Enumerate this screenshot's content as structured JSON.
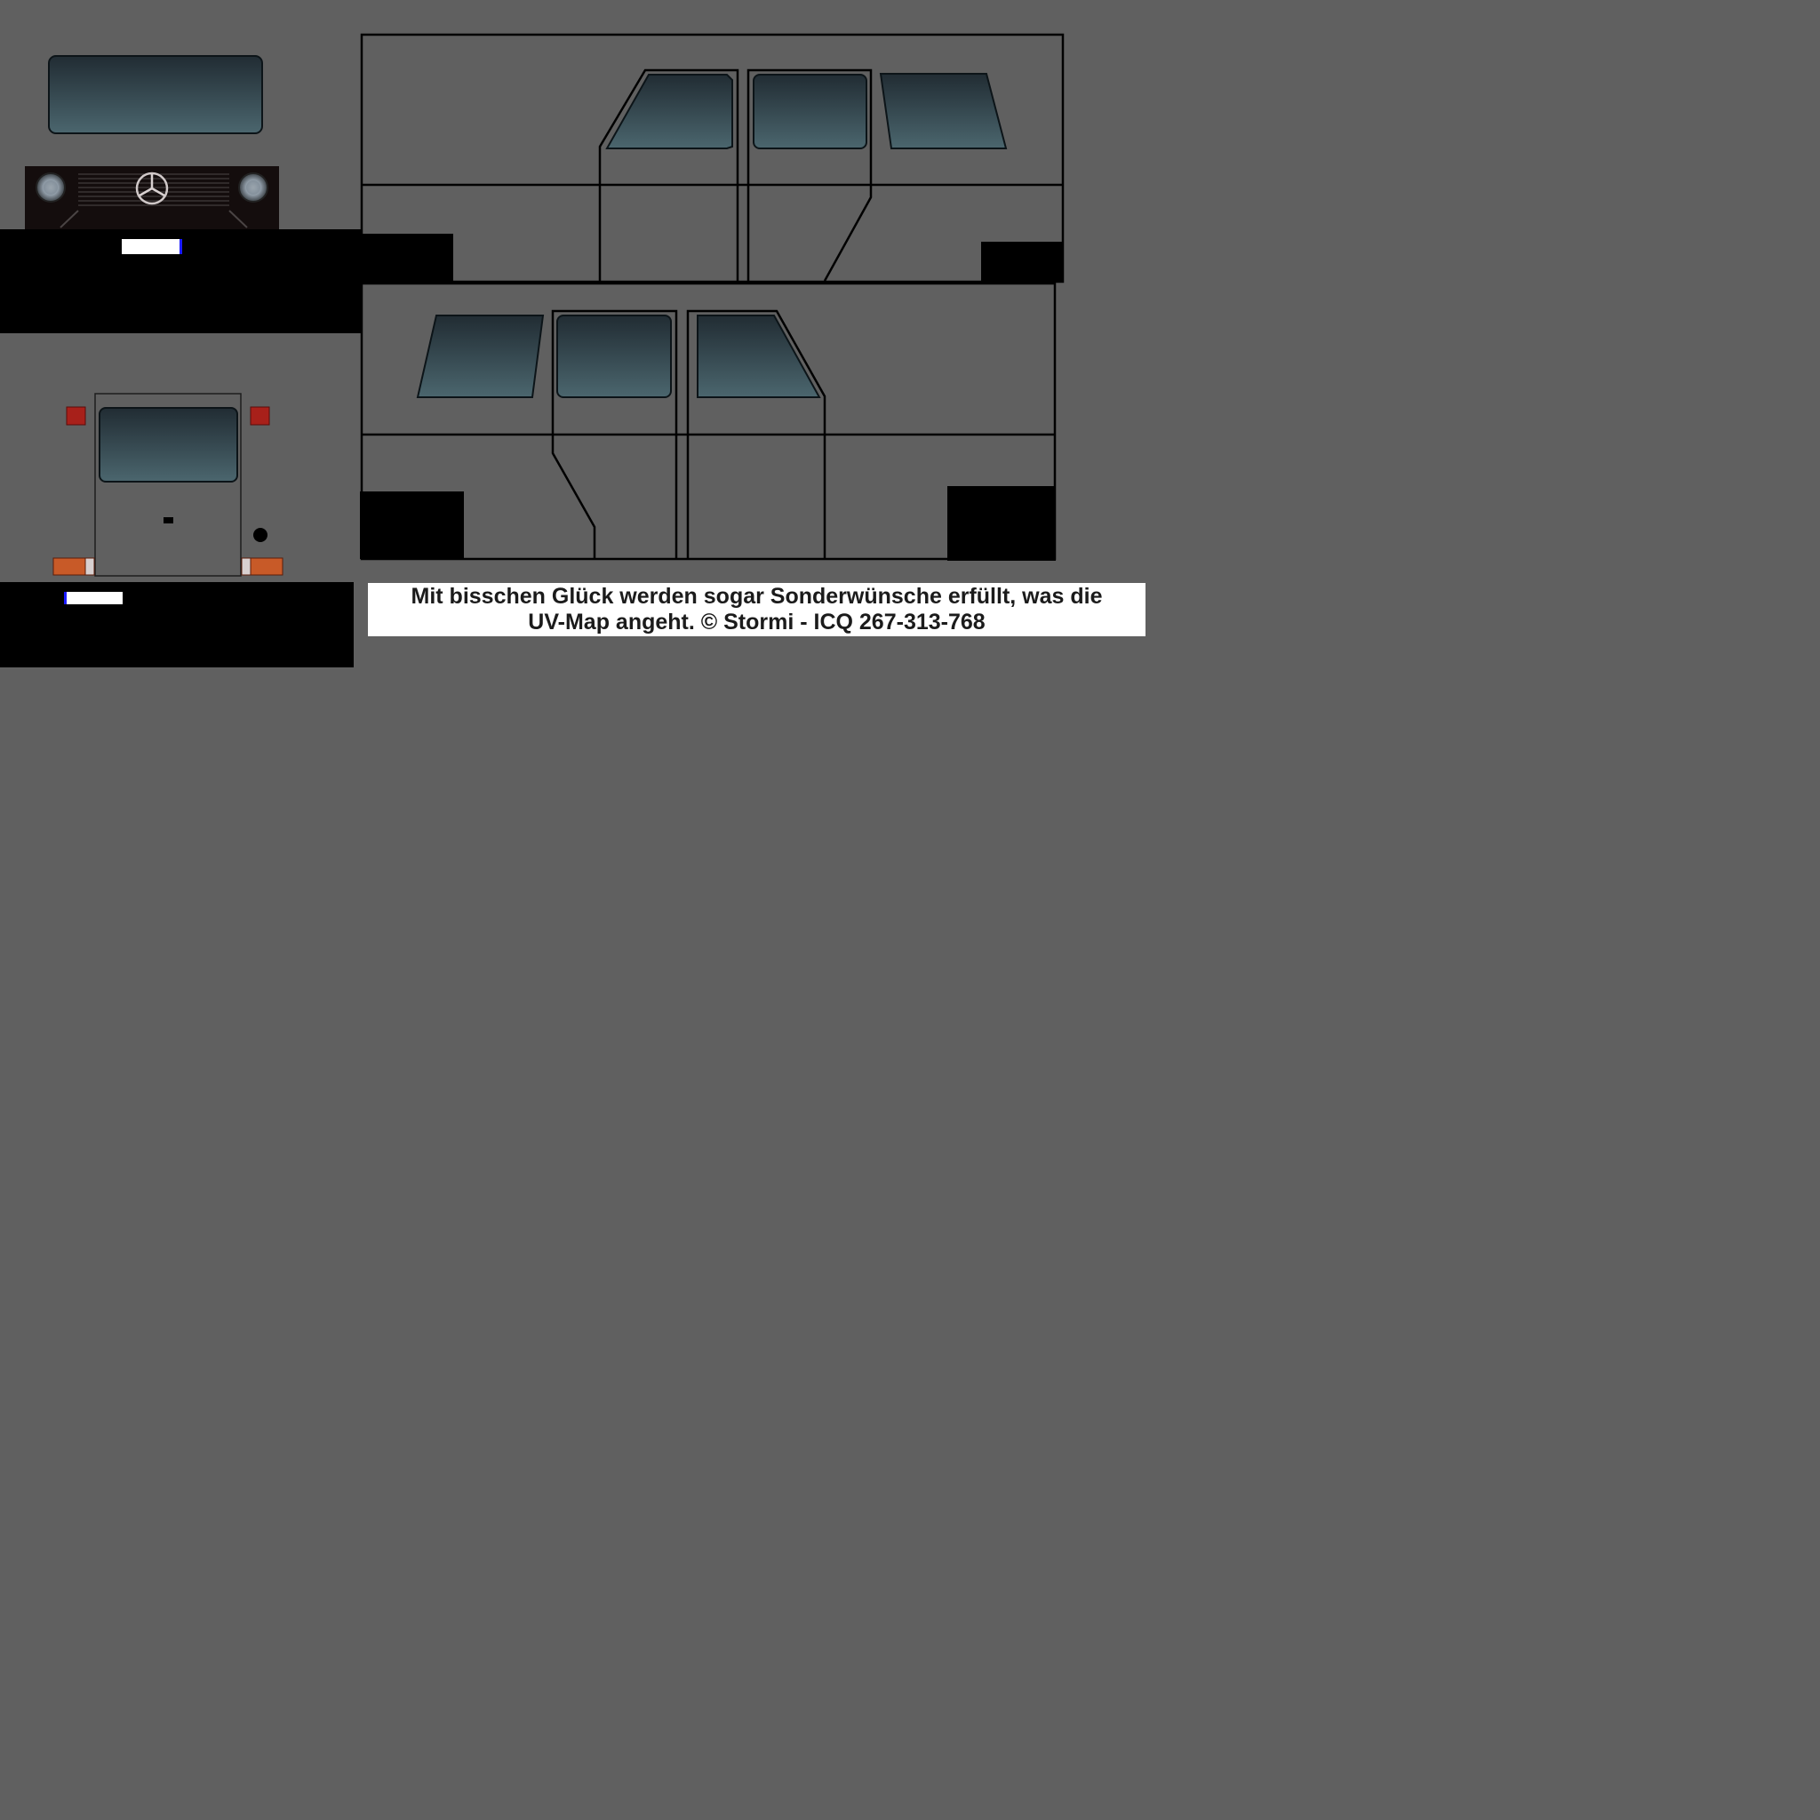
{
  "texture": {
    "background_color": "#606060",
    "glass_top_color": "#222e35",
    "glass_bottom_color": "#4a656d",
    "outline_color": "#000000",
    "plate_color": "#ffffff",
    "plate_edge_color": "#1a1aff",
    "tail_light_color": "#a8201a",
    "indicator_color": "#c85a28"
  },
  "parts": {
    "windscreen": {
      "name": "windscreen"
    },
    "front_grille": {
      "name": "front-grille",
      "emblem_icon": "three-pointed-star-icon",
      "lamp_icon": "round-headlamp-icon"
    },
    "front_plate": {
      "name": "front-license-plate"
    },
    "rear_panel": {
      "name": "rear-door-panel"
    },
    "rear_plate": {
      "name": "rear-license-plate"
    },
    "side_upper": {
      "name": "left-side-body"
    },
    "side_lower": {
      "name": "right-side-body"
    }
  },
  "credit": {
    "line1": "Mit bisschen Glück werden sogar Sonderwünsche erfüllt, was die",
    "line2": "UV-Map angeht. © Stormi - ICQ 267-313-768"
  }
}
